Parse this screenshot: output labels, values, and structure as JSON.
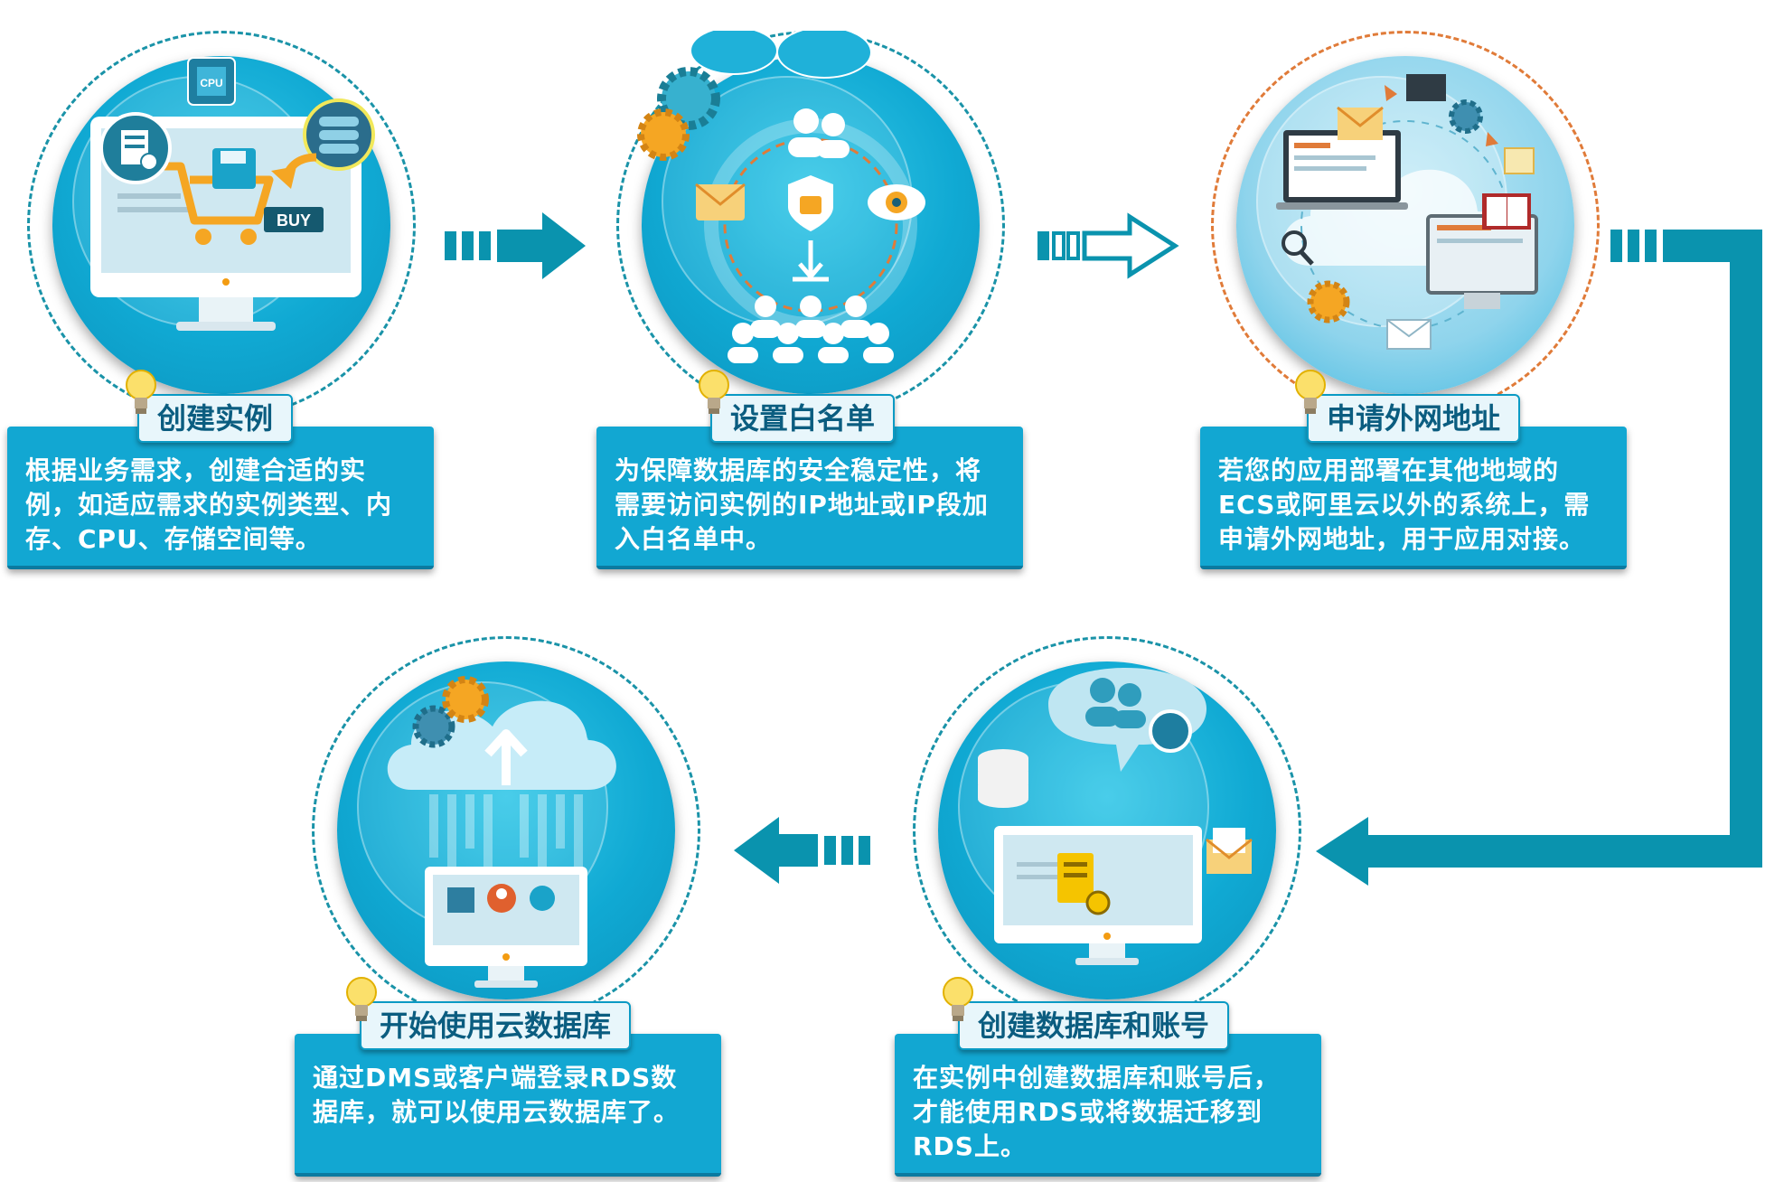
{
  "steps": [
    {
      "title": "创建实例",
      "desc": "根据业务需求，创建合适的实例，如适应需求的实例类型、内存、CPU、存储空间等。",
      "icon": "shopping-monitor-icon",
      "badge_cpu": "CPU",
      "badge_buy": "BUY"
    },
    {
      "title": "设置白名单",
      "desc": "为保障数据库的安全稳定性，将需要访问实例的IP地址或IP段加入白名单中。",
      "icon": "security-whitelist-icon"
    },
    {
      "title": "申请外网地址",
      "desc": "若您的应用部署在其他地域的ECS或阿里云以外的系统上，需申请外网地址，用于应用对接。",
      "icon": "cloud-network-icon"
    },
    {
      "title": "创建数据库和账号",
      "desc": "在实例中创建数据库和账号后，才能使用RDS或将数据迁移到RDS上。",
      "icon": "database-account-icon"
    },
    {
      "title": "开始使用云数据库",
      "desc": "通过DMS或客户端登录RDS数据库，就可以使用云数据库了。",
      "icon": "cloud-upload-icon"
    }
  ],
  "colors": {
    "accent": "#0a93ae",
    "circle": "#12a9d4",
    "box": "#12a7d2",
    "tab_text": "#0b5d80"
  }
}
